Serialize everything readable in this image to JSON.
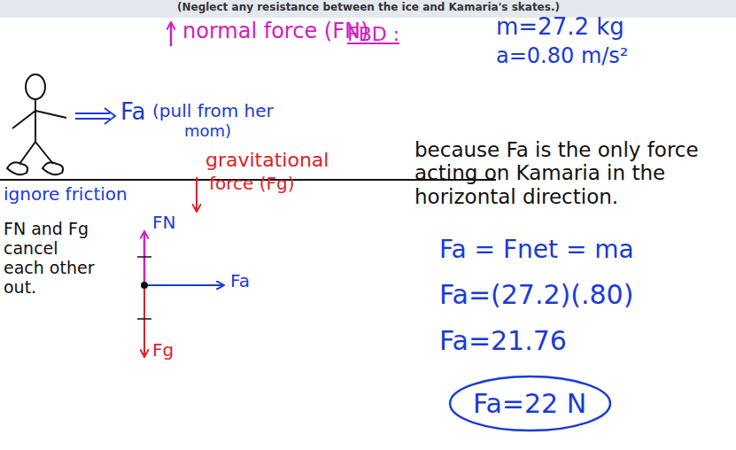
{
  "diagram": {
    "nodes": [
      {
        "text": [
          "Fa=22 N"
        ]
      }
    ],
    "labels": [
      "(Neglect any resistance between the ice and Kamaria's skates.)",
      "normal force (FN)",
      "FBD :",
      "m=27.2 kg",
      "a=0.80 m/s²",
      "Fa",
      "(pull from her",
      "mom)",
      "gravitational",
      "force (Fg)",
      "ignore friction",
      "FN and Fg cancel each other out.",
      "FN",
      "Fa",
      "Fg",
      "because Fa is the only force acting on Kamaria in the horizontal direction.",
      "Fa = Fnet = ma",
      "Fa=(27.2)(.80)",
      "Fa=21.76"
    ]
  }
}
